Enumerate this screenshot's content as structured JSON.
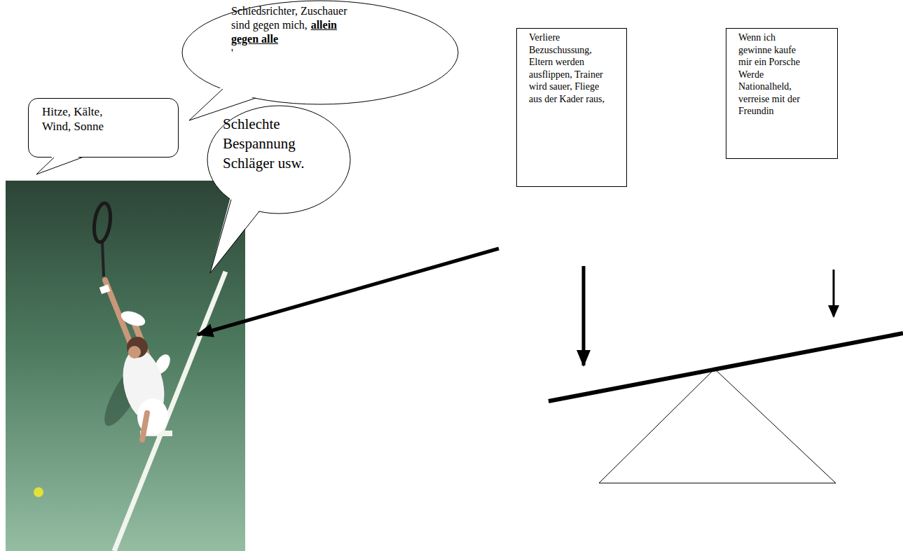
{
  "diagram": {
    "nodes": [
      {
        "text": [
          "Hitze, Kälte, Wind, Sonne"
        ]
      },
      {
        "text": [
          "Schiedsrichter, Zuschauer sind gegen mich,",
          "allein gegen alle",
          "'"
        ]
      },
      {
        "text": [
          "Schlechte Bespannung Schläger usw."
        ]
      },
      {
        "text": [
          "Verliere Bezuschussung, Eltern werden ausflippen, Trainer wird sauer, Fliege aus der Kader raus,"
        ]
      },
      {
        "text": [
          "Wenn ich gewinne kaufe mir ein Porsche Werde Nationalheld, verreise mit der Freundin"
        ]
      }
    ]
  }
}
